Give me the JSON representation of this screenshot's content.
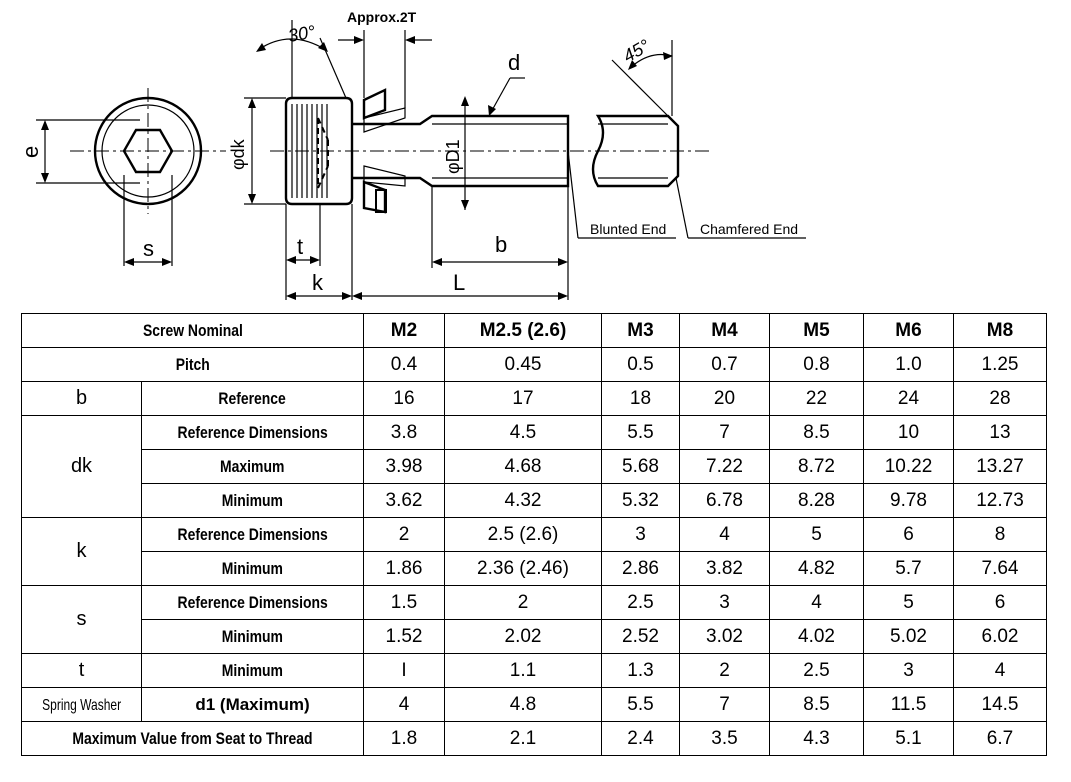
{
  "drawing": {
    "labels": {
      "angle_head": "30°",
      "approx": "Approx.2T",
      "d": "d",
      "angle_end": "45°",
      "e": "e",
      "dk": "φdk",
      "D1": "φD1",
      "s": "s",
      "t": "t",
      "k": "k",
      "b": "b",
      "L": "L",
      "blunted_end": "Blunted End",
      "chamfered_end": "Chamfered End"
    }
  },
  "table": {
    "header": {
      "label": "Screw Nominal",
      "sizes": [
        "M2",
        "M2.5 (2.6)",
        "M3",
        "M4",
        "M5",
        "M6",
        "M8"
      ]
    },
    "pitch": {
      "label": "Pitch",
      "values": [
        "0.4",
        "0.45",
        "0.5",
        "0.7",
        "0.8",
        "1.0",
        "1.25"
      ]
    },
    "b": {
      "group": "b",
      "rows": [
        {
          "label": "Reference",
          "values": [
            "16",
            "17",
            "18",
            "20",
            "22",
            "24",
            "28"
          ]
        }
      ]
    },
    "dk": {
      "group": "dk",
      "rows": [
        {
          "label": "Reference Dimensions",
          "values": [
            "3.8",
            "4.5",
            "5.5",
            "7",
            "8.5",
            "10",
            "13"
          ]
        },
        {
          "label": "Maximum",
          "values": [
            "3.98",
            "4.68",
            "5.68",
            "7.22",
            "8.72",
            "10.22",
            "13.27"
          ]
        },
        {
          "label": "Minimum",
          "values": [
            "3.62",
            "4.32",
            "5.32",
            "6.78",
            "8.28",
            "9.78",
            "12.73"
          ]
        }
      ]
    },
    "k": {
      "group": "k",
      "rows": [
        {
          "label": "Reference Dimensions",
          "values": [
            "2",
            "2.5 (2.6)",
            "3",
            "4",
            "5",
            "6",
            "8"
          ]
        },
        {
          "label": "Minimum",
          "values": [
            "1.86",
            "2.36 (2.46)",
            "2.86",
            "3.82",
            "4.82",
            "5.7",
            "7.64"
          ]
        }
      ]
    },
    "s": {
      "group": "s",
      "rows": [
        {
          "label": "Reference Dimensions",
          "values": [
            "1.5",
            "2",
            "2.5",
            "3",
            "4",
            "5",
            "6"
          ]
        },
        {
          "label": "Minimum",
          "values": [
            "1.52",
            "2.02",
            "2.52",
            "3.02",
            "4.02",
            "5.02",
            "6.02"
          ]
        }
      ]
    },
    "t": {
      "group": "t",
      "rows": [
        {
          "label": "Minimum",
          "values": [
            "I",
            "1.1",
            "1.3",
            "2",
            "2.5",
            "3",
            "4"
          ]
        }
      ]
    },
    "washer": {
      "group": "Spring Washer",
      "rows": [
        {
          "label": "d1 (Maximum)",
          "values": [
            "4",
            "4.8",
            "5.5",
            "7",
            "8.5",
            "11.5",
            "14.5"
          ]
        }
      ]
    },
    "seat": {
      "label": "Maximum Value from Seat to Thread",
      "values": [
        "1.8",
        "2.1",
        "2.4",
        "3.5",
        "4.3",
        "5.1",
        "6.7"
      ]
    }
  }
}
